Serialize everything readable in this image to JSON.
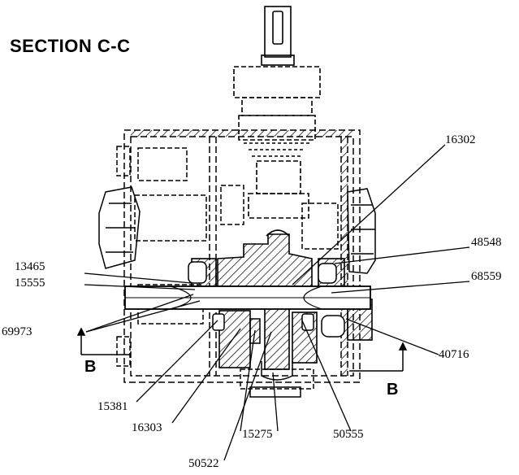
{
  "title": "SECTION C-C",
  "section_marks": {
    "left": "B",
    "right": "B"
  },
  "part_labels": {
    "p16302": "16302",
    "p48548": "48548",
    "p13465": "13465",
    "p15555": "15555",
    "p68559": "68559",
    "p69973": "69973",
    "p40716": "40716",
    "p15381": "15381",
    "p16303": "16303",
    "p15275": "15275",
    "p50555": "50555",
    "p50522": "50522"
  },
  "colors": {
    "ink": "#000000",
    "paper": "#ffffff"
  }
}
